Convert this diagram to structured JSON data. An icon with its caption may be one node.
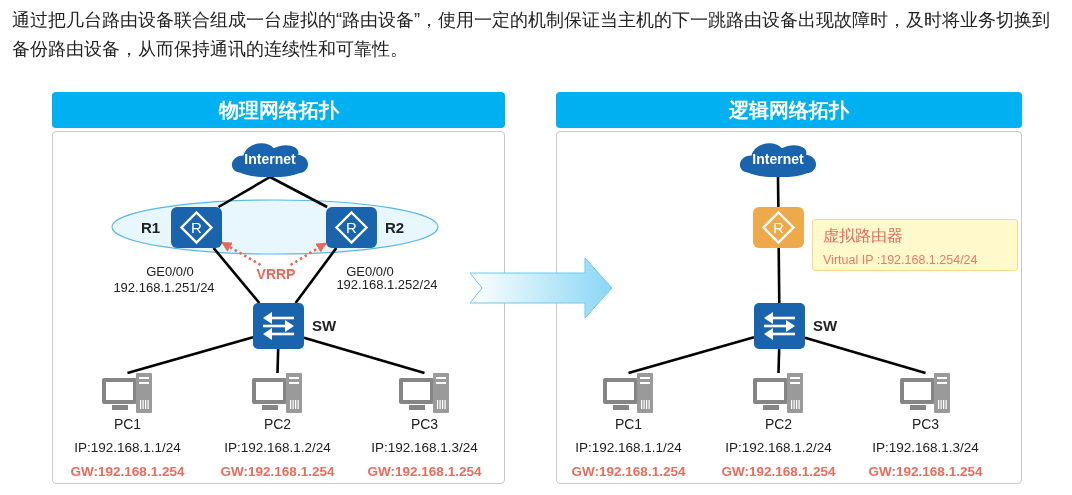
{
  "diagram": {
    "title": "通过把几台路由设备联合组成一台虚拟的“路由设备”，使用一定的机制保证当主机的下一跳路由设备出现故障时，及时将业务切换到备份路由设备，从而保持通讯的连续性和可靠性。",
    "nodes": [
      {
        "text": [
          "物理网络拓扑"
        ]
      },
      {
        "text": [
          "Internet"
        ],
        "in": 0
      },
      {
        "text": [
          "R"
        ],
        "in": 0,
        "beside": [
          "R1"
        ]
      },
      {
        "text": [
          "R"
        ],
        "in": 0,
        "beside": [
          "R2"
        ]
      },
      {
        "text": [
          "VRRP"
        ],
        "in": 0
      },
      {
        "text": [],
        "shape": "switch",
        "in": 0,
        "beside": [
          "SW"
        ]
      },
      {
        "text": [],
        "shape": "computer",
        "in": 0,
        "beside": [
          "PC1",
          "IP:192.168.1.1/24",
          "GW:192.168.1.254"
        ]
      },
      {
        "text": [],
        "shape": "computer",
        "in": 0,
        "beside": [
          "PC2",
          "IP:192.168.1.2/24",
          "GW:192.168.1.254"
        ]
      },
      {
        "text": [],
        "shape": "computer",
        "in": 0,
        "beside": [
          "PC3",
          "IP:192.168.1.3/24",
          "GW:192.168.1.254"
        ]
      },
      {
        "text": [
          "逻辑网络拓扑"
        ]
      },
      {
        "text": [
          "Internet"
        ],
        "in": 9
      },
      {
        "text": [
          "R"
        ],
        "in": 9
      },
      {
        "text": [
          "虚拟路由器",
          "Virtual IP :192.168.1.254/24"
        ],
        "in": 9
      },
      {
        "text": [],
        "shape": "switch",
        "in": 9,
        "beside": [
          "SW"
        ]
      },
      {
        "text": [],
        "shape": "computer",
        "in": 9,
        "beside": [
          "PC1",
          "IP:192.168.1.1/24",
          "GW:192.168.1.254"
        ]
      },
      {
        "text": [],
        "shape": "computer",
        "in": 9,
        "beside": [
          "PC2",
          "IP:192.168.1.2/24",
          "GW:192.168.1.254"
        ]
      },
      {
        "text": [],
        "shape": "computer",
        "in": 9,
        "beside": [
          "PC3",
          "IP:192.168.1.3/24",
          "GW:192.168.1.254"
        ]
      }
    ],
    "edges": [
      {
        "from": 1,
        "to": 2,
        "arrow": "none"
      },
      {
        "from": 1,
        "to": 3,
        "arrow": "none"
      },
      {
        "from": 4,
        "to": 2,
        "arrow": "to",
        "style": "dashed",
        "color": "#e8685a"
      },
      {
        "from": 4,
        "to": 3,
        "arrow": "to",
        "style": "dashed",
        "color": "#e8685a"
      },
      {
        "from": 2,
        "to": 5,
        "arrow": "none"
      },
      {
        "from": 3,
        "to": 5,
        "arrow": "none"
      },
      {
        "from": 5,
        "to": 6,
        "arrow": "none"
      },
      {
        "from": 5,
        "to": 7,
        "arrow": "none"
      },
      {
        "from": 5,
        "to": 8,
        "arrow": "none"
      },
      {
        "from": 0,
        "to": 9,
        "arrow": "to",
        "style": "thick",
        "color": "#8ad6f4"
      },
      {
        "from": 10,
        "to": 11,
        "arrow": "none"
      },
      {
        "from": 11,
        "to": 13,
        "arrow": "none"
      },
      {
        "from": 13,
        "to": 14,
        "arrow": "none"
      },
      {
        "from": 13,
        "to": 15,
        "arrow": "none"
      },
      {
        "from": 13,
        "to": 16,
        "arrow": "none"
      }
    ],
    "labels": [
      "GE0/0/0",
      "192.168.1.251/24",
      "GE0/0/0",
      "192.168.1.252/24"
    ]
  }
}
